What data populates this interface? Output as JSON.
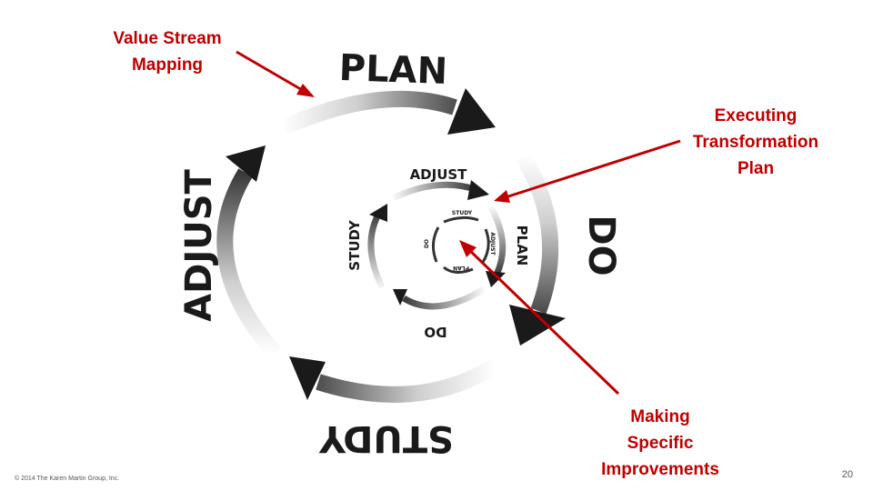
{
  "outer_cycle": {
    "plan": "PLAN",
    "do": "DO",
    "study": "STUDY",
    "adjust": "ADJUST"
  },
  "middle_cycle": {
    "adjust": "ADJUST",
    "plan": "PLAN",
    "do": "DO",
    "study": "STUDY"
  },
  "inner_cycle": {
    "study": "STUDY",
    "adjust": "ADJUST",
    "plan": "PLAN",
    "do": "DO"
  },
  "callouts": {
    "value_stream": [
      "Value Stream",
      "Mapping"
    ],
    "executing": [
      "Executing",
      "Transformation",
      "Plan"
    ],
    "making": [
      "Making",
      "Specific",
      "Improvements"
    ]
  },
  "footer": {
    "copyright": "© 2014 The Karen Martin Group, Inc.",
    "page_number": "20"
  },
  "colors": {
    "callout": "#c00000",
    "arrow_dark": "#1a1a1a",
    "arrow_light": "#ffffff"
  }
}
